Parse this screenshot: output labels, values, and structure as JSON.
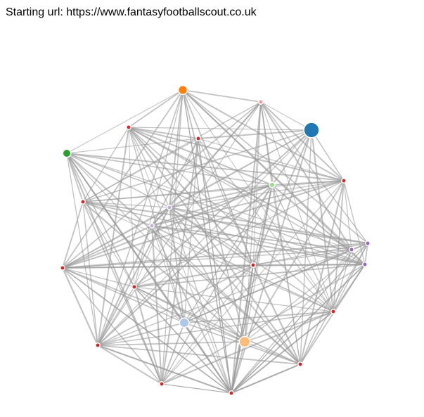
{
  "header": {
    "label": "Starting url:",
    "url": "https://www.fantasyfootballscout.co.uk"
  },
  "graph": {
    "link_color": "#999999",
    "node_stroke": "#ffffff",
    "nodes": [
      {
        "id": "n0",
        "color": "#1f77b4",
        "size": 3.4
      },
      {
        "id": "n1",
        "color": "#ff7f0e",
        "size": 2.0
      },
      {
        "id": "n2",
        "color": "#2ca02c",
        "size": 1.8
      },
      {
        "id": "n3",
        "color": "#aec7e8",
        "size": 2.1
      },
      {
        "id": "n4",
        "color": "#ffbb78",
        "size": 2.4
      },
      {
        "id": "n5",
        "color": "#98df8a",
        "size": 1.2
      },
      {
        "id": "n6",
        "color": "#ff9896",
        "size": 1.0
      },
      {
        "id": "n7",
        "color": "#ff9896",
        "size": 1.0
      },
      {
        "id": "n8",
        "color": "#c5b0d5",
        "size": 1.0
      },
      {
        "id": "n9",
        "color": "#c5b0d5",
        "size": 1.0
      },
      {
        "id": "n10",
        "color": "#9467bd",
        "size": 1.0
      },
      {
        "id": "n11",
        "color": "#9467bd",
        "size": 1.0
      },
      {
        "id": "n12",
        "color": "#9467bd",
        "size": 1.0
      },
      {
        "id": "n13",
        "color": "#d62728",
        "size": 1.0
      },
      {
        "id": "n14",
        "color": "#d62728",
        "size": 1.0
      },
      {
        "id": "n15",
        "color": "#d62728",
        "size": 1.0
      },
      {
        "id": "n16",
        "color": "#d62728",
        "size": 1.0
      },
      {
        "id": "n17",
        "color": "#d62728",
        "size": 1.0
      },
      {
        "id": "n18",
        "color": "#d62728",
        "size": 1.0
      },
      {
        "id": "n19",
        "color": "#d62728",
        "size": 1.0
      },
      {
        "id": "n20",
        "color": "#d62728",
        "size": 1.0
      },
      {
        "id": "n21",
        "color": "#d62728",
        "size": 1.0
      },
      {
        "id": "n22",
        "color": "#d62728",
        "size": 1.0
      },
      {
        "id": "n23",
        "color": "#d62728",
        "size": 1.0
      },
      {
        "id": "n24",
        "color": "#d62728",
        "size": 1.0
      }
    ]
  }
}
